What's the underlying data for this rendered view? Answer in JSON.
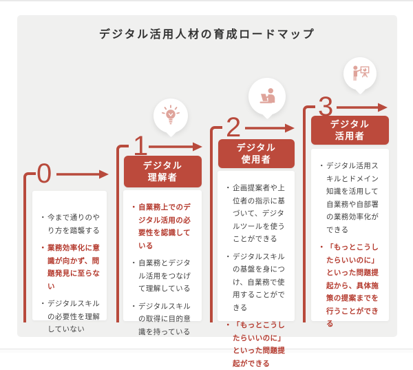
{
  "page": {
    "title": "デジタル活用人材の育成ロードマップ"
  },
  "colors": {
    "accent_red": "#b84a3c",
    "badge_red": "#bc4a3c",
    "emphasis_text_red": "#b43a2e",
    "icon_salmon": "#dfa49b",
    "panel_bg": "#f0f0ef",
    "card_bg": "#ffffff",
    "body_text": "#3d3d3d"
  },
  "stages": [
    {
      "number": "0",
      "badge": null,
      "icon": null,
      "bullets": [
        {
          "text": "今まで通りのやり方を踏襲する",
          "emphasis": false
        },
        {
          "text": "業務効率化に意識が向かず、問題発見に至らない",
          "emphasis": true
        },
        {
          "text": "デジタルスキルの必要性を理解していない",
          "emphasis": false
        }
      ]
    },
    {
      "number": "1",
      "badge": {
        "line1": "デジタル",
        "line2": "理解者"
      },
      "icon": "lightbulb-icon",
      "bullets": [
        {
          "text": "自業務上でのデジタル活用の必要性を認識している",
          "emphasis": true
        },
        {
          "text": "自業務とデジタル活用をつなげて理解している",
          "emphasis": false
        },
        {
          "text": "デジタルスキルの取得に目的意識を持っている",
          "emphasis": false
        }
      ]
    },
    {
      "number": "2",
      "badge": {
        "line1": "デジタル",
        "line2": "使用者"
      },
      "icon": "laptop-user-icon",
      "bullets": [
        {
          "text": "企画提案者や上位者の指示に基づいて、デジタルツールを使うことができる",
          "emphasis": false
        },
        {
          "text": "デジタルスキルの基盤を身につけ、自業務で使用することができる",
          "emphasis": false
        },
        {
          "text": "「もっとこうしたらいいのに」といった問題提起ができる",
          "emphasis": true
        }
      ]
    },
    {
      "number": "3",
      "badge": {
        "line1": "デジタル",
        "line2": "活用者"
      },
      "icon": "presenter-icon",
      "bullets": [
        {
          "text": "デジタル活用スキルとドメイン知識を活用して自業務や自部署の業務効率化ができる",
          "emphasis": false
        },
        {
          "text": "「もっとこうしたらいいのに」といった問題提起から、具体施策の提案までを行うことができる",
          "emphasis": true
        }
      ]
    }
  ]
}
